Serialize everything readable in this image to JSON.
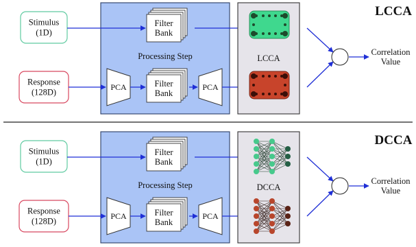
{
  "colors": {
    "processing_fill": "#aac4f6",
    "processing_stroke": "#2c3e66",
    "method_panel_fill": "#e6e4ea",
    "stimulus_border": "#5fcaa0",
    "response_border": "#d8475f",
    "arrow": "#1f2fd6",
    "lcca_green": "#3fd88e",
    "lcca_red": "#c8442b",
    "dcca_green": "#47c98c",
    "dcca_red": "#b8462c",
    "dcca_dark_green": "#245f45",
    "dcca_dark_red": "#5a2216",
    "dot_dark": "#1f3f2a"
  },
  "icons": [
    "trapezoid-pca-icon",
    "stacked-filter-bank-icon",
    "neural-network-icon",
    "circle-correlation-icon"
  ],
  "sections": [
    {
      "title": "LCCA",
      "stimulus": [
        "Stimulus",
        "(1D)"
      ],
      "response": [
        "Response",
        "(128D)"
      ],
      "filter_bank": [
        "Filter",
        "Bank"
      ],
      "processing_label": "Processing Step",
      "pca": "PCA",
      "method_label": "LCCA",
      "output": [
        "Correlation",
        "Value"
      ]
    },
    {
      "title": "DCCA",
      "stimulus": [
        "Stimulus",
        "(1D)"
      ],
      "response": [
        "Response",
        "(128D)"
      ],
      "filter_bank": [
        "Filter",
        "Bank"
      ],
      "processing_label": "Processing Step",
      "pca": "PCA",
      "method_label": "DCCA",
      "output": [
        "Correlation",
        "Value"
      ]
    }
  ]
}
